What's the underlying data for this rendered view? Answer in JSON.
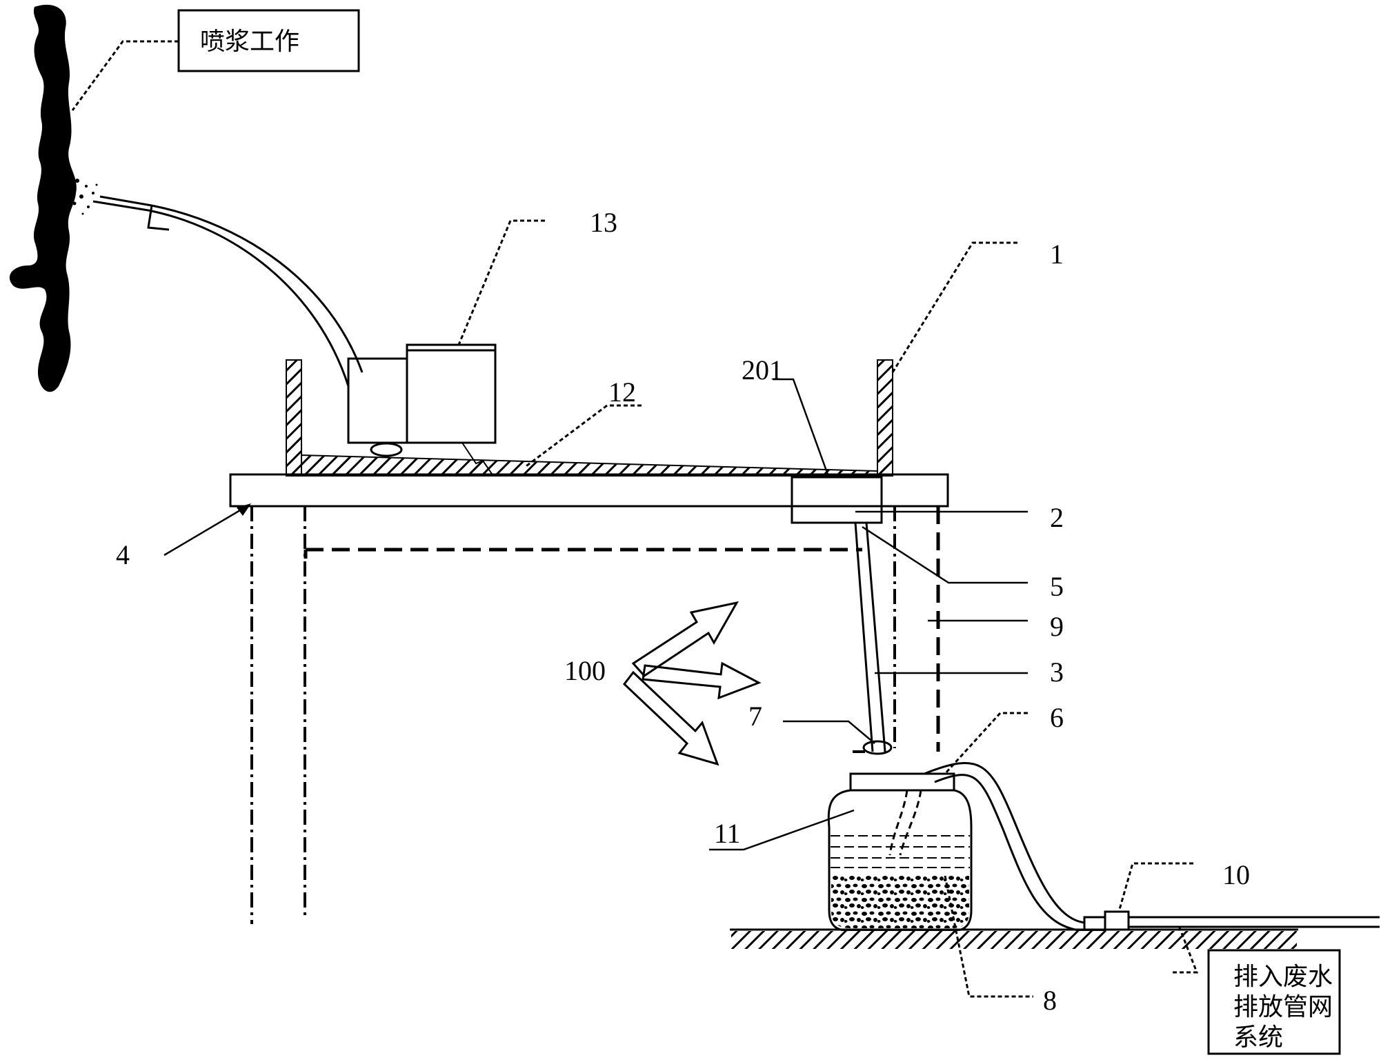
{
  "callouts": {
    "spraying_work": "喷浆工作",
    "discharge_line1": "排入废水",
    "discharge_line2": "排放管网",
    "discharge_line3": "系统"
  },
  "reference_numerals": {
    "n1": "1",
    "n2": "2",
    "n3": "3",
    "n4": "4",
    "n5": "5",
    "n6": "6",
    "n7": "7",
    "n8": "8",
    "n9": "9",
    "n10": "10",
    "n11": "11",
    "n12": "12",
    "n13": "13",
    "n100": "100",
    "n201": "201"
  }
}
